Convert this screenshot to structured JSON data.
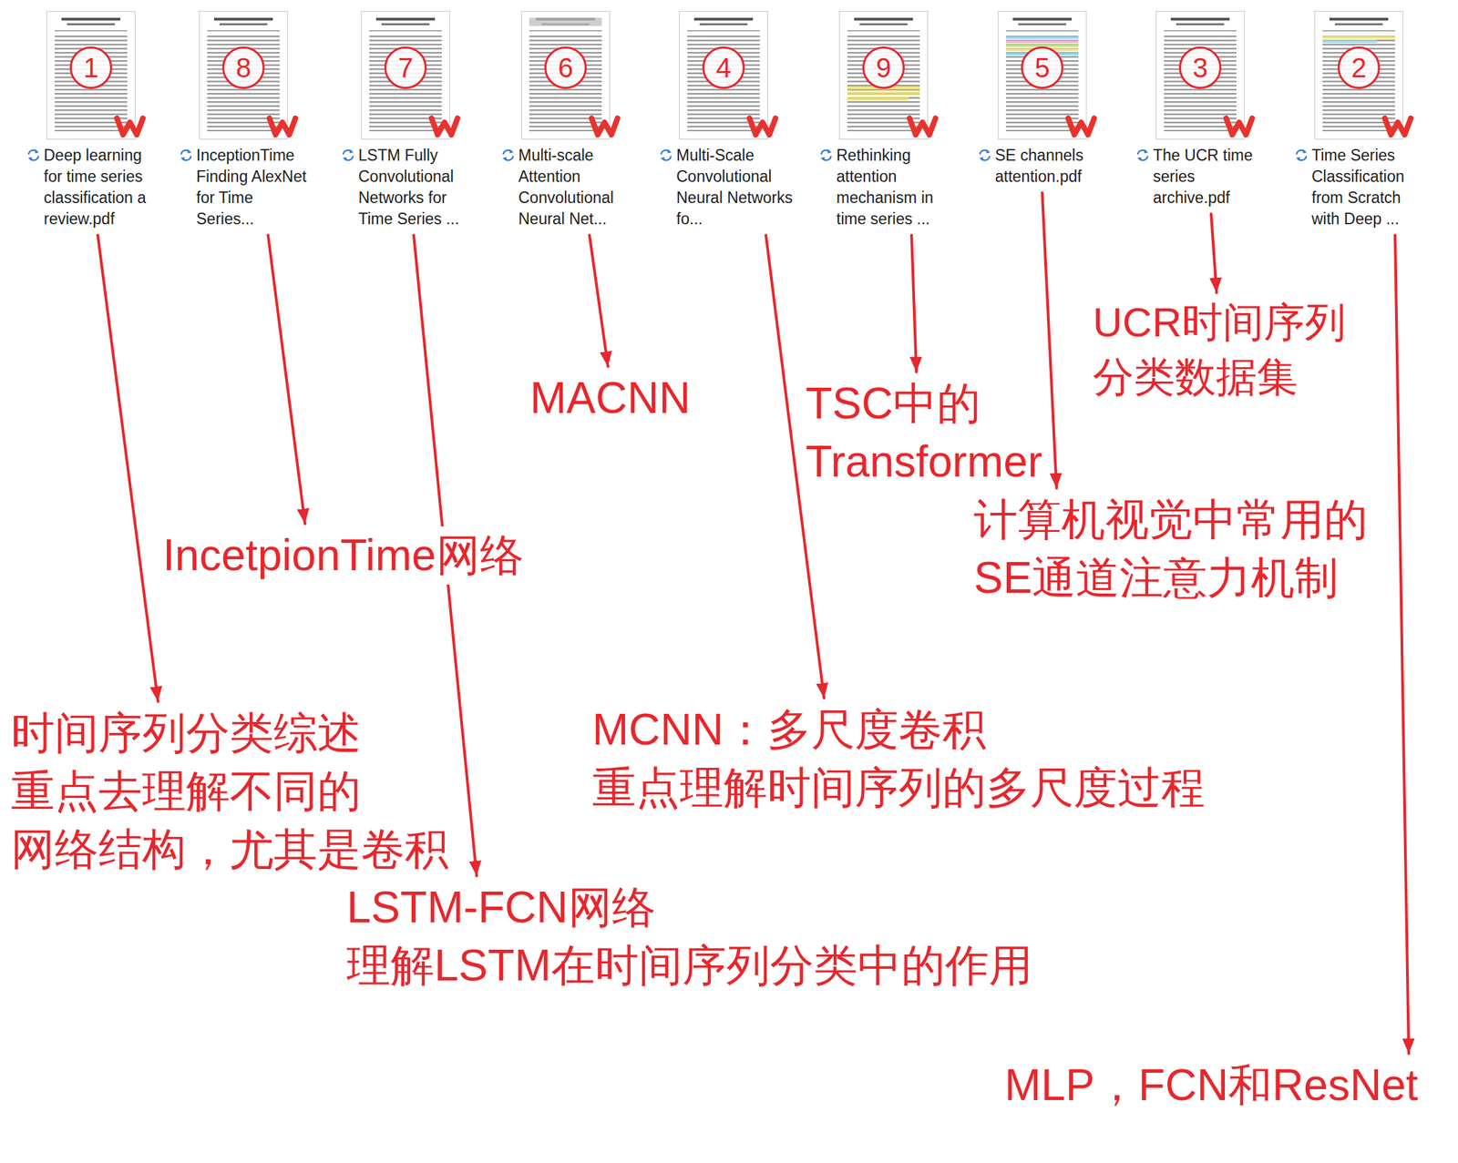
{
  "diagram": {
    "nodes": [
      {
        "text": [
          "1",
          "Deep learning for time series classification a review.pdf"
        ]
      },
      {
        "text": [
          "8",
          "InceptionTime Finding AlexNet for Time Series..."
        ]
      },
      {
        "text": [
          "7",
          "LSTM Fully Convolutional Networks for Time Series ..."
        ]
      },
      {
        "text": [
          "6",
          "Multi-scale Attention Convolutional Neural Net..."
        ]
      },
      {
        "text": [
          "4",
          "Multi-Scale Convolutional Neural Networks fo..."
        ]
      },
      {
        "text": [
          "9",
          "Rethinking attention mechanism in time series ..."
        ]
      },
      {
        "text": [
          "5",
          "SE channels attention.pdf"
        ]
      },
      {
        "text": [
          "3",
          "The UCR time series archive.pdf"
        ]
      },
      {
        "text": [
          "2",
          "Time Series Classification from Scratch with Deep ..."
        ]
      },
      {
        "text": [
          "时间序列分类综述 重点去理解不同的 网络结构，尤其是卷积"
        ]
      },
      {
        "text": [
          "IncetpionTime网络"
        ]
      },
      {
        "text": [
          "LSTM-FCN网络 理解LSTM在时间序列分类中的作用"
        ]
      },
      {
        "text": [
          "MACNN"
        ]
      },
      {
        "text": [
          "MCNN：多尺度卷积 重点理解时间序列的多尺度过程"
        ]
      },
      {
        "text": [
          "TSC中的 Transformer"
        ]
      },
      {
        "text": [
          "计算机视觉中常用的 SE通道注意力机制"
        ]
      },
      {
        "text": [
          "UCR时间序列 分类数据集"
        ]
      },
      {
        "text": [
          "MLP，FCN和ResNet"
        ]
      }
    ],
    "edges": [
      {
        "from": 0,
        "to": 9,
        "arrow": "to"
      },
      {
        "from": 1,
        "to": 10,
        "arrow": "to"
      },
      {
        "from": 2,
        "to": 11,
        "arrow": "to"
      },
      {
        "from": 3,
        "to": 12,
        "arrow": "to"
      },
      {
        "from": 4,
        "to": 13,
        "arrow": "to"
      },
      {
        "from": 5,
        "to": 14,
        "arrow": "to"
      },
      {
        "from": 6,
        "to": 15,
        "arrow": "to"
      },
      {
        "from": 7,
        "to": 16,
        "arrow": "to"
      },
      {
        "from": 8,
        "to": 17,
        "arrow": "to"
      }
    ]
  }
}
